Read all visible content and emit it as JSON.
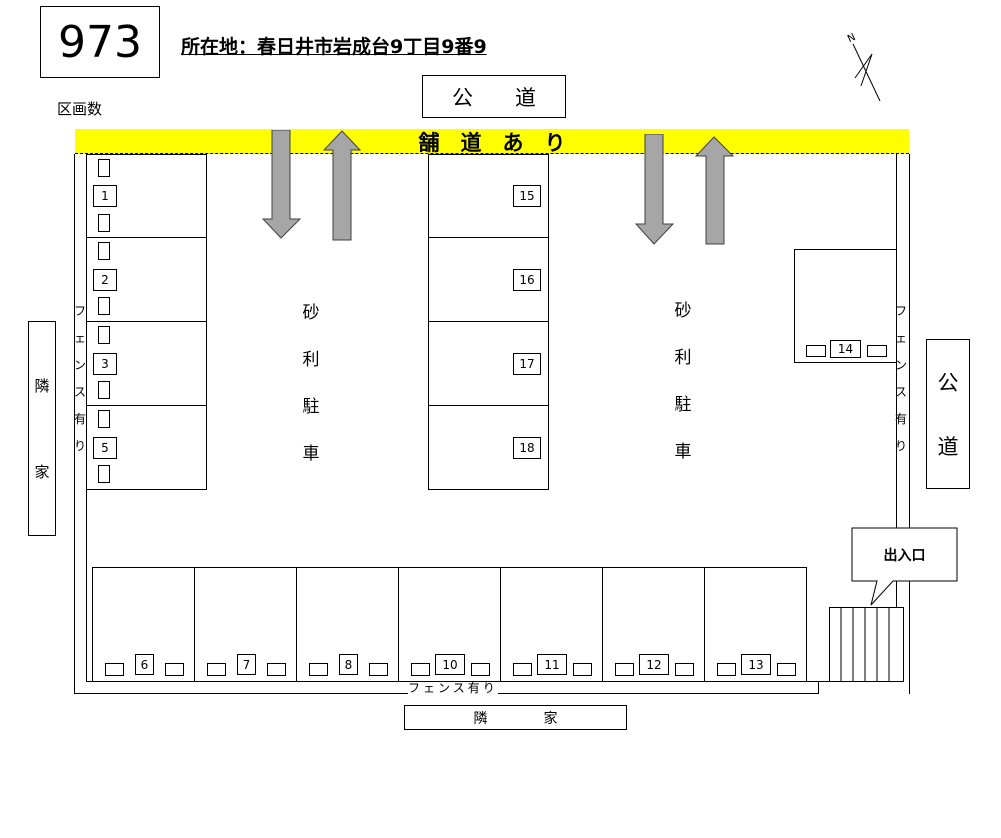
{
  "property_number": "973",
  "address": "所在地：春日井市岩成台9丁目9番9",
  "section_label": "区画数",
  "public_road_top": "公　　道",
  "public_road_right": [
    "公",
    "道"
  ],
  "sidewalk": "舗　道　あ　り",
  "neighbor_left": [
    "隣",
    "家"
  ],
  "neighbor_bottom": "隣　　　　家",
  "fence_bottom": "フェンス有り",
  "fence_left": [
    "フ",
    "ェ",
    "ン",
    "ス",
    "有",
    "り"
  ],
  "fence_right": [
    "フ",
    "ェ",
    "ン",
    "ス",
    "有",
    "り"
  ],
  "gravel_left": [
    "砂",
    "利",
    "駐",
    "車"
  ],
  "gravel_right": [
    "砂",
    "利",
    "駐",
    "車"
  ],
  "entrance": "出入口",
  "compass": "N",
  "left_column_lots": [
    "1",
    "2",
    "3",
    "5"
  ],
  "middle_column_lots": [
    "15",
    "16",
    "17",
    "18"
  ],
  "corner_lot": "14",
  "bottom_row_lots": [
    "6",
    "7",
    "8",
    "10",
    "11",
    "12",
    "13"
  ]
}
